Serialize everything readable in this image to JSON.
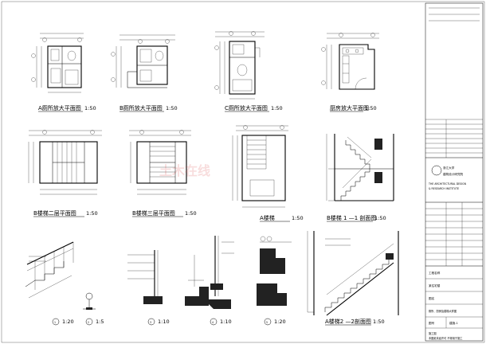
{
  "captions": {
    "toilet_a": "A厕所放大平面图",
    "toilet_a_scale": "1:50",
    "toilet_b": "B厕所放大平面图",
    "toilet_b_scale": "1:50",
    "toilet_c": "C厕所放大平面图",
    "toilet_c_scale": "1:50",
    "kitchen": "厨房放大平面图",
    "kitchen_scale": "1:50",
    "stair_b2": "B楼梯二层平面图",
    "stair_b2_scale": "1:50",
    "stair_b3": "B楼梯三层平面图",
    "stair_b3_scale": "1:50",
    "stair_a": "A楼梯",
    "stair_a_scale": "1:50",
    "stair_b1": "B楼梯 1 —1 剖面图",
    "stair_b1_scale": "1:50",
    "stair_a2": "A楼梯2 —2剖面图",
    "stair_a2_scale": "1:50",
    "detail_1": "1",
    "detail_1_scale": "1:20",
    "detail_2": "2",
    "detail_2_scale": "1:5",
    "detail_3": "3",
    "detail_3_scale": "1:10",
    "detail_4": "4",
    "detail_4_scale": "1:10",
    "detail_5": "5",
    "detail_5_scale": "1:20"
  },
  "title_block": {
    "institute_line1": "浙江大学",
    "institute_line2": "建筑设计研究院",
    "institute_en1": "THE ARCHITECTURAL DESIGN",
    "institute_en2": "& RESEARCH INSTITUTE",
    "project_label": "工程名称",
    "project_value": "某住宅楼",
    "drawing_label": "图名",
    "drawing_value": "厕所、厨房及楼梯大样图",
    "sheet_label": "图号",
    "sheet_value": "建施-1",
    "phase": "施工图",
    "footer": "本图纸未经许可 不得用于施工"
  },
  "watermark": "土木在线"
}
